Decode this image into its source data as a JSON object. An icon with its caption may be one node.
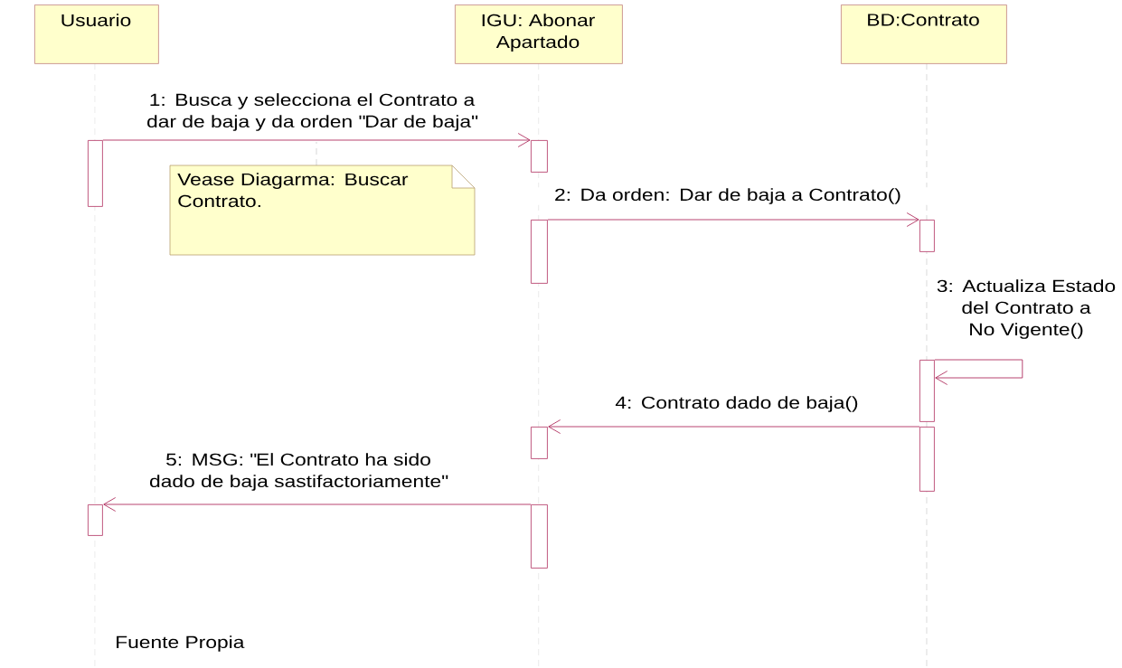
{
  "diagram": {
    "nodes": [
      {
        "text": [
          "Usuario"
        ]
      },
      {
        "text": [
          "IGU: Abonar Apartado"
        ]
      },
      {
        "text": [
          "BD:Contrato"
        ]
      },
      {
        "text": [],
        "shape": "bar"
      },
      {
        "text": [],
        "shape": "bar"
      },
      {
        "text": [
          "Vease Diagarma: Buscar Contrato."
        ]
      },
      {
        "text": [],
        "shape": "bar"
      },
      {
        "text": [],
        "shape": "bar"
      },
      {
        "text": [],
        "shape": "bar"
      },
      {
        "text": [],
        "shape": "bar"
      },
      {
        "text": [],
        "shape": "bar"
      },
      {
        "text": [],
        "shape": "bar"
      },
      {
        "text": [],
        "shape": "bar"
      }
    ],
    "edges": [
      {
        "from": 3,
        "to": 4,
        "arrow": "to",
        "label": "1: Busca y selecciona el Contrato a dar de baja y da orden \"Dar de baja\""
      },
      {
        "from": 6,
        "to": 7,
        "arrow": "to",
        "label": "2: Da orden: Dar de baja a Contrato()"
      },
      {
        "from": 8,
        "to": 8,
        "arrow": "to",
        "label": "3: Actualiza Estado del Contrato a No Vigente()"
      },
      {
        "from": 10,
        "to": 9,
        "arrow": "to",
        "label": "4: Contrato dado de baja()"
      },
      {
        "from": 12,
        "to": 11,
        "arrow": "to",
        "label": "5: MSG: \"El Contrato ha sido dado de baja sastifactoriamente\""
      },
      {
        "from": 5,
        "to": null,
        "arrow": "none",
        "style": "dashed",
        "color": "#999999"
      }
    ],
    "labels": [
      "Fuente Propia"
    ]
  }
}
